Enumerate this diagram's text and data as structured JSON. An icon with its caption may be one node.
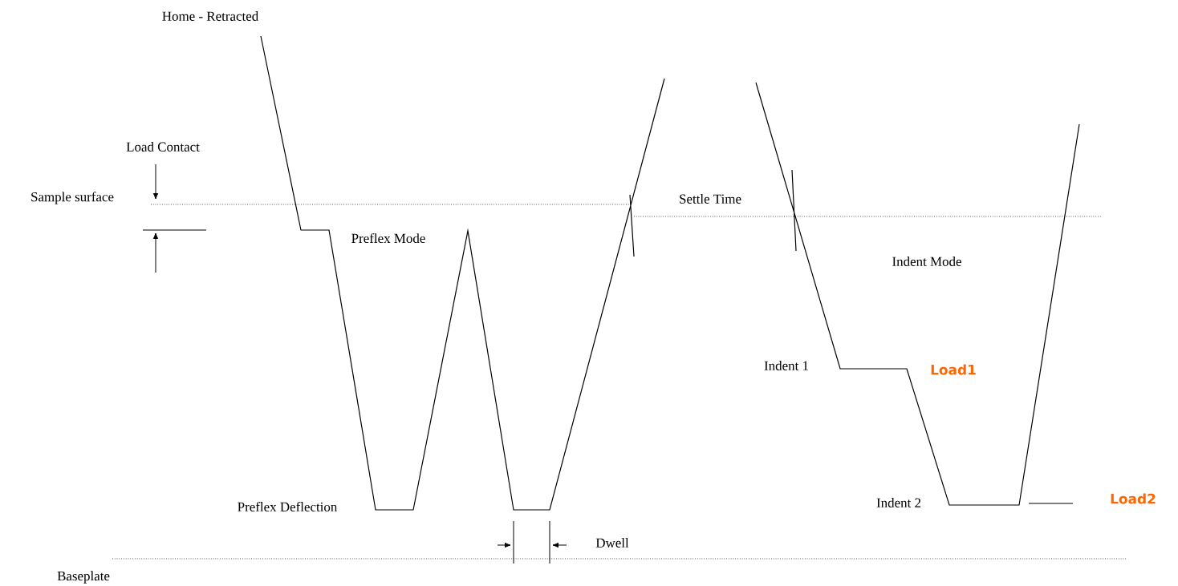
{
  "diagram": {
    "labels": [
      "Home - Retracted",
      "Load Contact",
      "Sample surface",
      "Settle Time",
      "Preflex Mode",
      "Indent Mode",
      "Indent 1",
      "Load1",
      "Indent 2",
      "Load2",
      "Preflex Deflection",
      "Dwell",
      "Baseplate"
    ]
  }
}
